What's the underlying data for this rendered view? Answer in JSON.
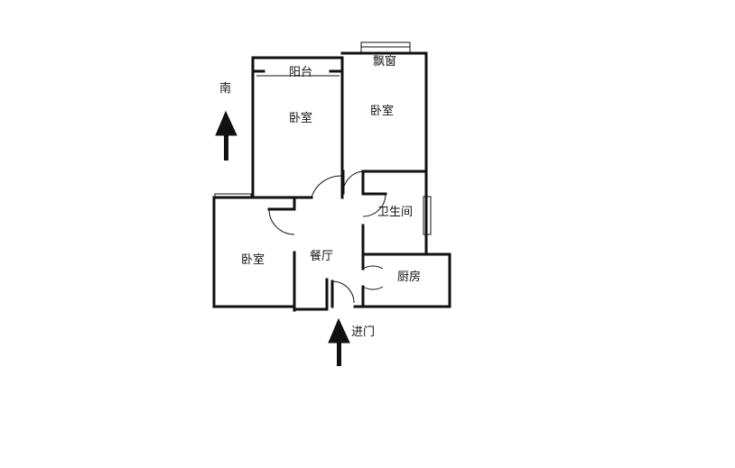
{
  "compass": {
    "direction_label": "南"
  },
  "rooms": {
    "balcony": "阳台",
    "bay_window": "飘窗",
    "bedroom_north_left": "卧室",
    "bedroom_north_right": "卧室",
    "bathroom": "卫生间",
    "bedroom_south": "卧室",
    "dining": "餐厅",
    "kitchen": "厨房"
  },
  "entrance": {
    "label": "进门"
  }
}
